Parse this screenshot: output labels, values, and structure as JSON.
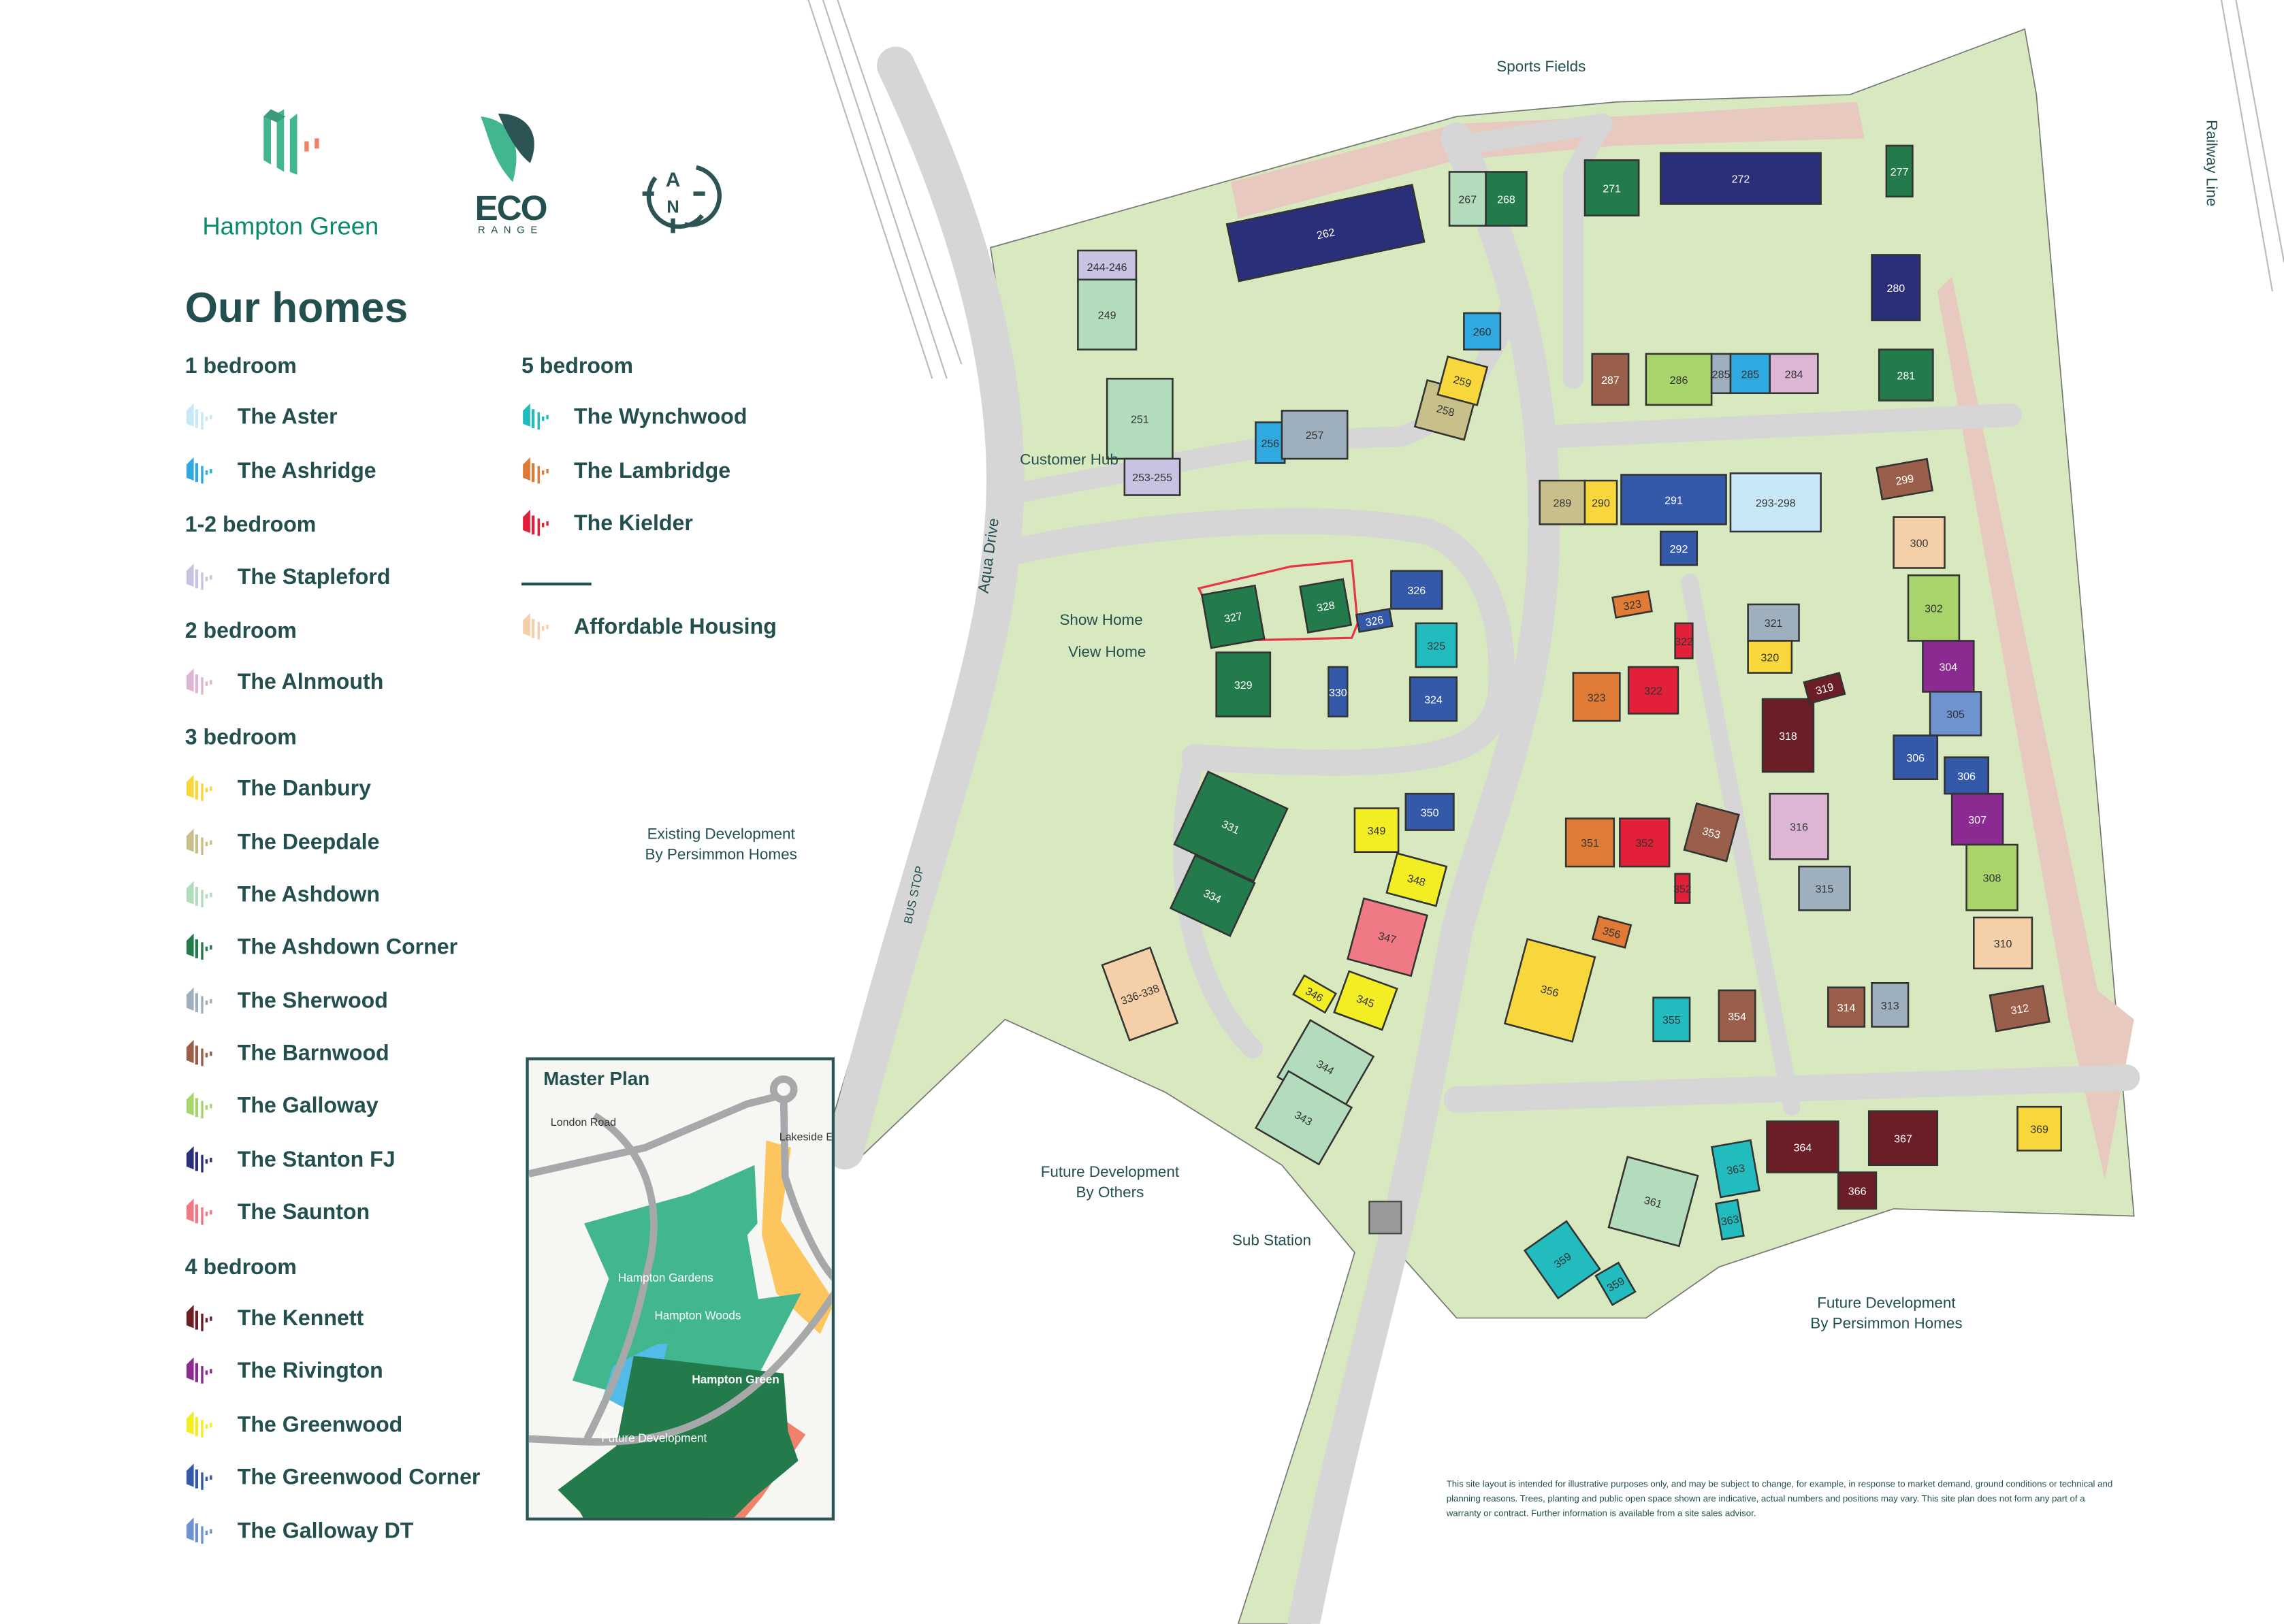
{
  "brand": {
    "name": "Hampton Green",
    "eco_word": "ECO",
    "eco_sub": "RANGE",
    "compass_letters": [
      "A",
      "N"
    ],
    "colors": {
      "brand": "#0a8a6a",
      "text": "#23504f",
      "accent": "#f0826b"
    }
  },
  "legend": {
    "title": "Our homes",
    "columns": [
      [
        {
          "heading": "1 bedroom",
          "items": [
            {
              "name": "The Aster",
              "color": "#c9e8f7"
            },
            {
              "name": "The Ashridge",
              "color": "#2fa9e0"
            }
          ]
        },
        {
          "heading": "1-2 bedroom",
          "items": [
            {
              "name": "The Stapleford",
              "color": "#c9c3e3"
            }
          ]
        },
        {
          "heading": "2 bedroom",
          "items": [
            {
              "name": "The Alnmouth",
              "color": "#ddb6d6"
            }
          ]
        },
        {
          "heading": "3 bedroom",
          "items": [
            {
              "name": "The Danbury",
              "color": "#f7d73b"
            },
            {
              "name": "The Deepdale",
              "color": "#c8c08a"
            },
            {
              "name": "The Ashdown",
              "color": "#b3dcbc"
            },
            {
              "name": "The Ashdown Corner",
              "color": "#237a4b"
            },
            {
              "name": "The Sherwood",
              "color": "#9eb0bd"
            },
            {
              "name": "The Barnwood",
              "color": "#9a5f4a"
            },
            {
              "name": "The Galloway",
              "color": "#a9d46b"
            },
            {
              "name": "The Stanton FJ",
              "color": "#2a2f7a"
            },
            {
              "name": "The Saunton",
              "color": "#ef7a85"
            }
          ]
        },
        {
          "heading": "4 bedroom",
          "items": [
            {
              "name": "The Kennett",
              "color": "#6b1e26"
            },
            {
              "name": "The Rivington",
              "color": "#8b2a90"
            },
            {
              "name": "The Greenwood",
              "color": "#f2ee23"
            },
            {
              "name": "The Greenwood Corner",
              "color": "#3459a8"
            },
            {
              "name": "The Galloway DT",
              "color": "#6e93cf"
            }
          ]
        }
      ],
      [
        {
          "heading": "5 bedroom",
          "items": [
            {
              "name": "The Wynchwood",
              "color": "#22bcbf"
            },
            {
              "name": "The Lambridge",
              "color": "#e07b35"
            },
            {
              "name": "The Kielder",
              "color": "#e3203a"
            }
          ]
        },
        {
          "heading": "",
          "divider": true,
          "items": [
            {
              "name": "Affordable Housing",
              "color": "#f5cfa8"
            }
          ]
        }
      ]
    ]
  },
  "master_plan": {
    "title": "Master Plan",
    "labels": {
      "london_road": "London Road",
      "lakeside": "Lakeside Edge",
      "gardens": "Hampton Gardens",
      "woods": "Hampton Woods",
      "green": "Hampton Green",
      "future": "Future Development"
    },
    "colors": {
      "gardens": "#42b68f",
      "woods": "#42b68f",
      "green": "#f0826b",
      "future": "#237a4b",
      "lake": "#52bbe8",
      "lakeside": "#fcc55e",
      "road": "#a7a8aa"
    }
  },
  "map_labels": {
    "sports_fields": "Sports Fields",
    "railway_line": "Railway Line",
    "customer_hub": "Customer Hub",
    "aqua_drive": "Aqua Drive",
    "show_home": "Show Home",
    "view_home": "View Home",
    "existing_dev": "Existing Development",
    "existing_dev_by": "By Persimmon Homes",
    "bus_stop": "BUS STOP",
    "future_others": "Future Development",
    "future_others_by": "By Others",
    "sub_station": "Sub Station",
    "future_persimmon": "Future Development",
    "future_persimmon_by": "By Persimmon Homes"
  },
  "map_colors": {
    "land": "#d8e9c0",
    "road": "#d6d6d6",
    "paving": "#e8c9c0",
    "highlight": "#e8344a"
  },
  "plots": [
    {
      "plot": "262",
      "type": "The Stanton FJ"
    },
    {
      "plot": "272",
      "type": "The Stanton FJ"
    },
    {
      "plot": "280",
      "type": "The Stanton FJ"
    },
    {
      "plot": "271",
      "type": "The Ashdown Corner"
    },
    {
      "plot": "277",
      "type": "The Ashdown Corner"
    },
    {
      "plot": "268",
      "type": "The Ashdown Corner"
    },
    {
      "plot": "267",
      "type": "The Ashdown"
    },
    {
      "plot": "287",
      "type": "The Barnwood"
    },
    {
      "plot": "286",
      "type": "The Galloway"
    },
    {
      "plot": "285",
      "type": "The Sherwood"
    },
    {
      "plot": "285",
      "type": "The Ashridge"
    },
    {
      "plot": "284",
      "type": "The Alnmouth"
    },
    {
      "plot": "281",
      "type": "The Ashdown Corner"
    },
    {
      "plot": "289",
      "type": "The Deepdale"
    },
    {
      "plot": "290",
      "type": "The Danbury"
    },
    {
      "plot": "291",
      "type": "The Greenwood Corner"
    },
    {
      "plot": "293-298",
      "type": "The Aster"
    },
    {
      "plot": "292",
      "type": "The Greenwood Corner"
    },
    {
      "plot": "299",
      "type": "The Barnwood"
    },
    {
      "plot": "300",
      "type": "Affordable Housing"
    },
    {
      "plot": "302",
      "type": "The Galloway"
    },
    {
      "plot": "304",
      "type": "The Rivington"
    },
    {
      "plot": "305",
      "type": "The Galloway DT"
    },
    {
      "plot": "306",
      "type": "The Greenwood Corner"
    },
    {
      "plot": "306",
      "type": "The Greenwood Corner"
    },
    {
      "plot": "307",
      "type": "The Rivington"
    },
    {
      "plot": "308",
      "type": "The Galloway"
    },
    {
      "plot": "310",
      "type": "Affordable Housing"
    },
    {
      "plot": "312",
      "type": "The Barnwood"
    },
    {
      "plot": "321",
      "type": "The Sherwood"
    },
    {
      "plot": "320",
      "type": "The Danbury"
    },
    {
      "plot": "318",
      "type": "The Kennett"
    },
    {
      "plot": "319",
      "type": "The Kennett"
    },
    {
      "plot": "316",
      "type": "The Alnmouth"
    },
    {
      "plot": "315",
      "type": "The Sherwood"
    },
    {
      "plot": "314",
      "type": "The Barnwood"
    },
    {
      "plot": "313",
      "type": "The Sherwood"
    },
    {
      "plot": "323",
      "type": "The Lambridge"
    },
    {
      "plot": "322",
      "type": "The Kielder"
    },
    {
      "plot": "322",
      "type": "The Kielder"
    },
    {
      "plot": "323",
      "type": "The Lambridge"
    },
    {
      "plot": "351",
      "type": "The Lambridge"
    },
    {
      "plot": "352",
      "type": "The Kielder"
    },
    {
      "plot": "353",
      "type": "The Barnwood"
    },
    {
      "plot": "352",
      "type": "The Kielder"
    },
    {
      "plot": "356",
      "type": "The Danbury"
    },
    {
      "plot": "356",
      "type": "The Lambridge"
    },
    {
      "plot": "355",
      "type": "The Wynchwood"
    },
    {
      "plot": "354",
      "type": "The Barnwood"
    },
    {
      "plot": "364",
      "type": "The Kennett"
    },
    {
      "plot": "366",
      "type": "The Kennett"
    },
    {
      "plot": "367",
      "type": "The Kennett"
    },
    {
      "plot": "369",
      "type": "The Danbury"
    },
    {
      "plot": "361",
      "type": "The Ashdown"
    },
    {
      "plot": "363",
      "type": "The Wynchwood"
    },
    {
      "plot": "363",
      "type": "The Wynchwood"
    },
    {
      "plot": "359",
      "type": "The Wynchwood"
    },
    {
      "plot": "359",
      "type": "The Wynchwood"
    },
    {
      "plot": "244-246",
      "type": "The Stapleford"
    },
    {
      "plot": "249",
      "type": "The Ashdown"
    },
    {
      "plot": "251",
      "type": "The Ashdown"
    },
    {
      "plot": "253-255",
      "type": "The Stapleford"
    },
    {
      "plot": "256",
      "type": "The Ashridge"
    },
    {
      "plot": "257",
      "type": "The Sherwood"
    },
    {
      "plot": "258",
      "type": "The Deepdale"
    },
    {
      "plot": "259",
      "type": "The Danbury"
    },
    {
      "plot": "260",
      "type": "The Ashridge"
    },
    {
      "plot": "326",
      "type": "The Greenwood Corner"
    },
    {
      "plot": "326",
      "type": "The Greenwood Corner"
    },
    {
      "plot": "325",
      "type": "The Wynchwood"
    },
    {
      "plot": "324",
      "type": "The Greenwood Corner"
    },
    {
      "plot": "330",
      "type": "The Greenwood Corner"
    },
    {
      "plot": "327",
      "type": "The Ashdown Corner"
    },
    {
      "plot": "328",
      "type": "The Ashdown Corner"
    },
    {
      "plot": "329",
      "type": "The Ashdown Corner"
    },
    {
      "plot": "331",
      "type": "The Ashdown Corner"
    },
    {
      "plot": "334",
      "type": "The Ashdown Corner"
    },
    {
      "plot": "349",
      "type": "The Greenwood"
    },
    {
      "plot": "350",
      "type": "The Greenwood Corner"
    },
    {
      "plot": "348",
      "type": "The Greenwood"
    },
    {
      "plot": "347",
      "type": "The Saunton"
    },
    {
      "plot": "346",
      "type": "The Greenwood"
    },
    {
      "plot": "345",
      "type": "The Greenwood"
    },
    {
      "plot": "344",
      "type": "The Ashdown"
    },
    {
      "plot": "343",
      "type": "The Ashdown"
    },
    {
      "plot": "336-338",
      "type": "Affordable Housing"
    }
  ],
  "disclaimer": "This site layout is intended for illustrative purposes only, and may be subject to change, for example, in response to market demand, ground conditions or technical and planning reasons. Trees, planting and public open space shown are indicative, actual numbers and positions may vary. This site plan does not form any part of a warranty or contract. Further information is available from a site sales advisor."
}
